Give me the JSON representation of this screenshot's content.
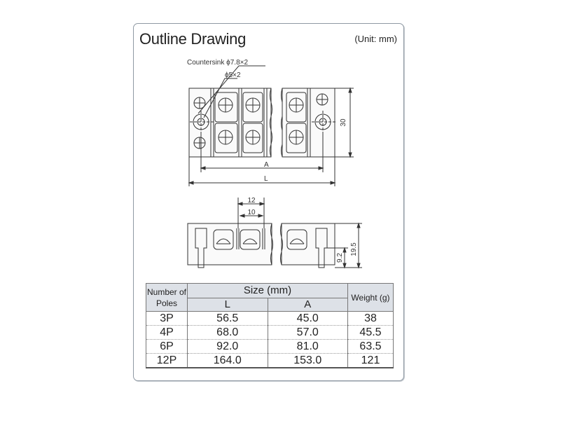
{
  "header": {
    "title": "Outline Drawing",
    "unit": "(Unit: mm)"
  },
  "drawing": {
    "top_view": {
      "countersink_label": "Countersink ϕ7.8×2",
      "hole_label": "ϕ5×2",
      "dim_a": "A",
      "dim_l": "L",
      "dim_height": "30"
    },
    "side_view": {
      "dim_pitch": "12",
      "dim_gap": "10",
      "dim_total_height": "19.5",
      "dim_base_height": "9.2"
    }
  },
  "table": {
    "header_poles": "Number of Poles",
    "header_size": "Size (mm)",
    "header_l": "L",
    "header_a": "A",
    "header_weight": "Weight (g)",
    "rows": [
      {
        "poles": "3P",
        "l": "56.5",
        "a": "45.0",
        "weight": "38"
      },
      {
        "poles": "4P",
        "l": "68.0",
        "a": "57.0",
        "weight": "45.5"
      },
      {
        "poles": "6P",
        "l": "92.0",
        "a": "81.0",
        "weight": "63.5"
      },
      {
        "poles": "12P",
        "l": "164.0",
        "a": "153.0",
        "weight": "121"
      }
    ]
  }
}
